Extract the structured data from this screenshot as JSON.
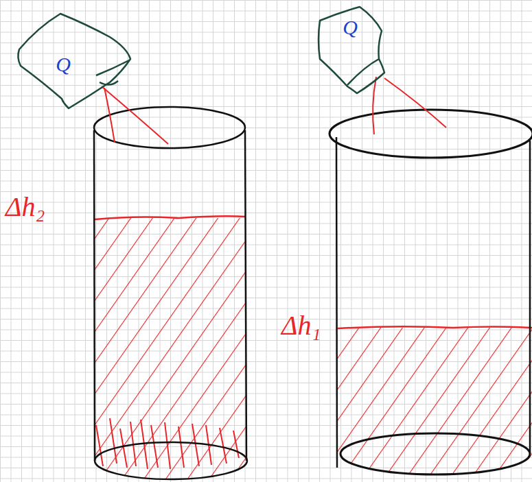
{
  "diagram": {
    "nodes": [
      {
        "text": [
          "Q"
        ]
      },
      {
        "text": [
          "Q"
        ]
      }
    ],
    "labels": [
      "Δh₂",
      "Δh₁"
    ]
  }
}
